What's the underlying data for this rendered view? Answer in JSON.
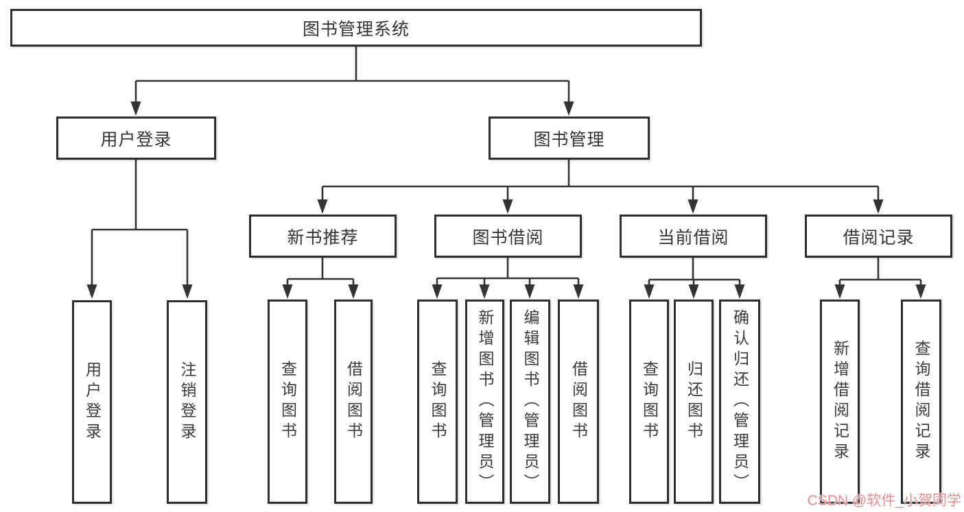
{
  "diagram": {
    "root": {
      "label": "图书管理系统",
      "children": [
        {
          "label": "用户登录",
          "children": [
            {
              "label": "用户登录"
            },
            {
              "label": "注销登录"
            }
          ]
        },
        {
          "label": "图书管理",
          "children": [
            {
              "label": "新书推荐",
              "children": [
                {
                  "label": "查询图书"
                },
                {
                  "label": "借阅图书"
                }
              ]
            },
            {
              "label": "图书借阅",
              "children": [
                {
                  "label": "查询图书"
                },
                {
                  "label": "新增图书（管理员）"
                },
                {
                  "label": "编辑图书（管理员）"
                },
                {
                  "label": "借阅图书"
                }
              ]
            },
            {
              "label": "当前借阅",
              "children": [
                {
                  "label": "查询图书"
                },
                {
                  "label": "归还图书"
                },
                {
                  "label": "确认归还（管理员）"
                }
              ]
            },
            {
              "label": "借阅记录",
              "children": [
                {
                  "label": "新增借阅记录"
                },
                {
                  "label": "查询借阅记录"
                }
              ]
            }
          ]
        }
      ]
    }
  },
  "watermark": {
    "text": "CSDN @软件_小贺同学"
  },
  "colors": {
    "line": "#333333",
    "box_border": "#2d2d2d",
    "text": "#333333",
    "watermark": "#ec8b8b",
    "background": "#ffffff"
  }
}
